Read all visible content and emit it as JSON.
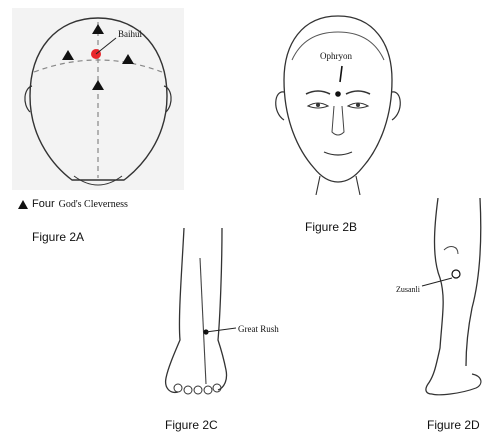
{
  "figures": {
    "a": {
      "caption": "Figure 2A",
      "point_label": "Baihui",
      "legend_prefix": "Four",
      "legend_text": "God's Cleverness"
    },
    "b": {
      "caption": "Figure 2B",
      "point_label": "Ophryon"
    },
    "c": {
      "caption": "Figure 2C",
      "point_label": "Great Rush"
    },
    "d": {
      "caption": "Figure 2D",
      "point_label": "Zusanli"
    }
  },
  "colors": {
    "baihui_point": "#e8262b",
    "stroke": "#222222",
    "panel_bg": "#f3f3f3"
  },
  "icons": {
    "legend_marker": "black-triangle-icon"
  }
}
